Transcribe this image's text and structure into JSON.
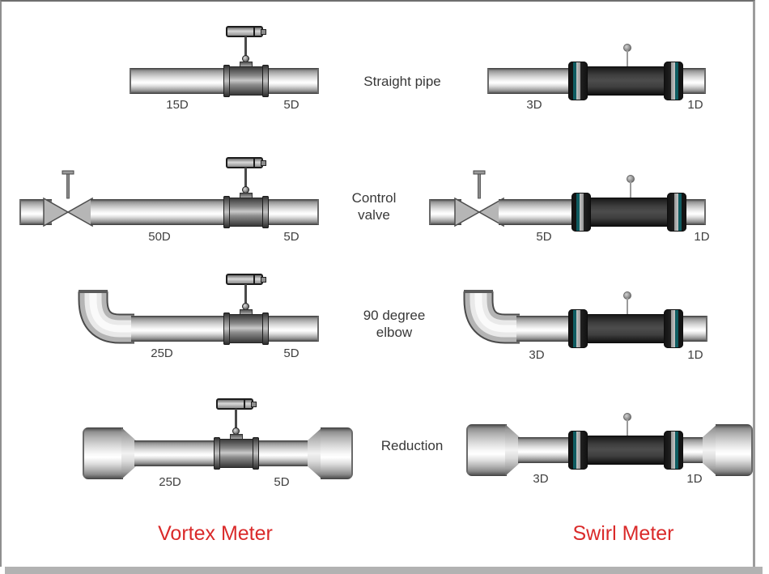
{
  "titles": {
    "vortex": "Vortex Meter",
    "swirl": "Swirl Meter"
  },
  "colors": {
    "title_red": "#da2a2a",
    "label_gray": "#3f3f3f",
    "flange_teal": "#0f5c61",
    "swirl_body_dark": "#3f3f3f"
  },
  "rows": [
    {
      "label": "Straight pipe",
      "label_lines": [
        "Straight pipe"
      ],
      "vortex": {
        "upstream": "15D",
        "downstream": "5D"
      },
      "swirl": {
        "upstream": "3D",
        "downstream": "1D"
      }
    },
    {
      "label": "Control valve",
      "label_lines": [
        "Control",
        "valve"
      ],
      "vortex": {
        "upstream": "50D",
        "downstream": "5D"
      },
      "swirl": {
        "upstream": "5D",
        "downstream": "1D"
      }
    },
    {
      "label": "90 degree elbow",
      "label_lines": [
        "90 degree",
        "elbow"
      ],
      "vortex": {
        "upstream": "25D",
        "downstream": "5D"
      },
      "swirl": {
        "upstream": "3D",
        "downstream": "1D"
      }
    },
    {
      "label": "Reduction",
      "label_lines": [
        "Reduction"
      ],
      "vortex": {
        "upstream": "25D",
        "downstream": "5D"
      },
      "swirl": {
        "upstream": "3D",
        "downstream": "1D"
      }
    }
  ]
}
